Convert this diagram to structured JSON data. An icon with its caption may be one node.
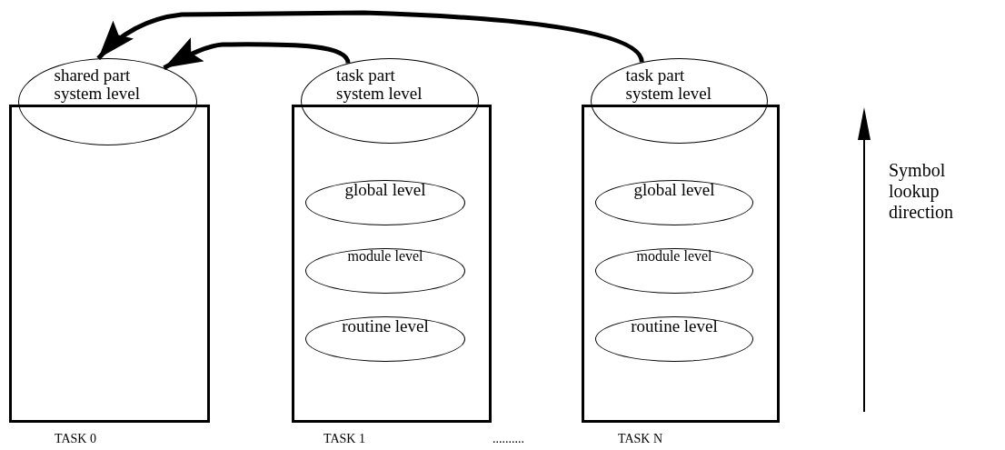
{
  "diagram": {
    "nodes": [
      {
        "text": [],
        "shape": "box",
        "beside": [
          "TASK 0"
        ]
      },
      {
        "text": [
          "shared part system level"
        ]
      },
      {
        "text": [],
        "shape": "box",
        "beside": [
          "TASK 1"
        ]
      },
      {
        "text": [
          "task part system level"
        ]
      },
      {
        "text": [
          "global level"
        ],
        "in": 2
      },
      {
        "text": [
          "module level"
        ],
        "in": 2
      },
      {
        "text": [
          "routine level"
        ],
        "in": 2
      },
      {
        "text": [],
        "shape": "box",
        "beside": [
          "TASK N"
        ]
      },
      {
        "text": [
          "task part system level"
        ]
      },
      {
        "text": [
          "global level"
        ],
        "in": 7
      },
      {
        "text": [
          "module level"
        ],
        "in": 7
      },
      {
        "text": [
          "routine level"
        ],
        "in": 7
      }
    ],
    "edges": [
      {
        "from": 3,
        "to": 1,
        "arrow": "to"
      },
      {
        "from": 8,
        "to": 1,
        "arrow": "to"
      }
    ],
    "labels": [
      "..........",
      "Symbol lookup direction"
    ]
  }
}
